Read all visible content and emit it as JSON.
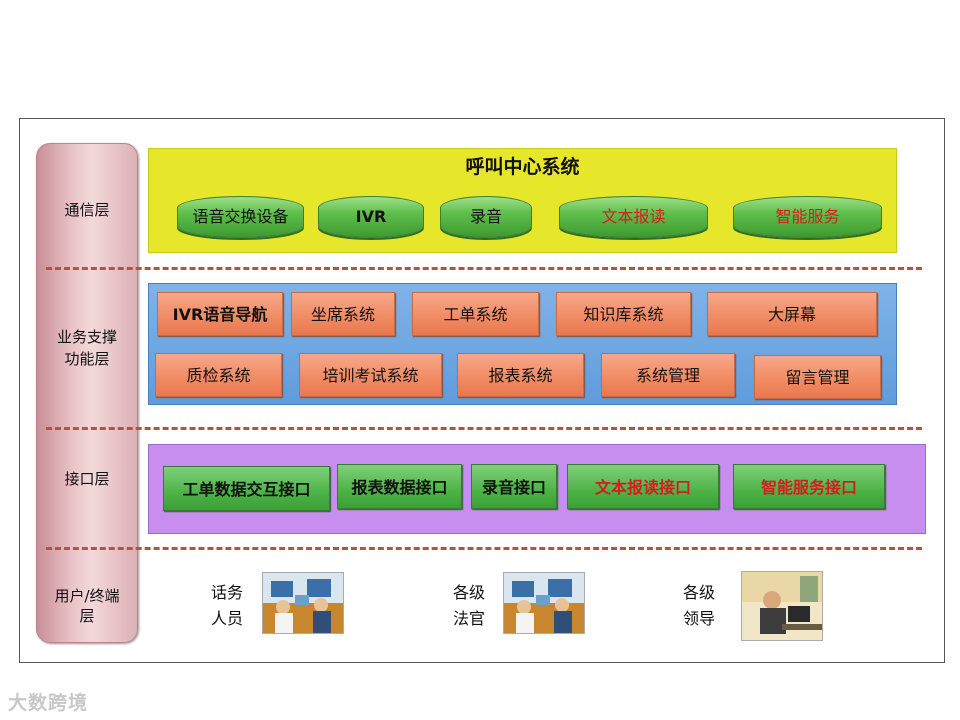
{
  "layers": {
    "communication": "通信层",
    "business": [
      "业务支撑",
      "功能层"
    ],
    "interface": "接口层",
    "user": [
      "用户/终端",
      "层"
    ]
  },
  "call_center": {
    "title": "呼叫中心系统",
    "items": [
      {
        "label": "语音交换设备",
        "color": "#111111"
      },
      {
        "label": "IVR",
        "color": "#111111"
      },
      {
        "label": "录音",
        "color": "#111111"
      },
      {
        "label": "文本报读",
        "color": "#d21e1e"
      },
      {
        "label": "智能服务",
        "color": "#d21e1e"
      }
    ]
  },
  "business": {
    "row1": [
      "IVR语音导航",
      "坐席系统",
      "工单系统",
      "知识库系统",
      "大屏幕"
    ],
    "row2": [
      "质检系统",
      "培训考试系统",
      "报表系统",
      "系统管理",
      "留言管理"
    ]
  },
  "interfaces": [
    {
      "label": "工单数据交互接口",
      "color": "#111111"
    },
    {
      "label": "报表数据接口",
      "color": "#111111"
    },
    {
      "label": "录音接口",
      "color": "#111111"
    },
    {
      "label": "文本报读接口",
      "color": "#d21e1e"
    },
    {
      "label": "智能服务接口",
      "color": "#d21e1e"
    }
  ],
  "users": [
    {
      "line1": "话务",
      "line2": "人员",
      "icon": "call-agents-photo"
    },
    {
      "line1": "各级",
      "line2": "法官",
      "icon": "judges-photo"
    },
    {
      "line1": "各级",
      "line2": "领导",
      "icon": "leaders-photo"
    }
  ],
  "watermark": "大数跨境"
}
